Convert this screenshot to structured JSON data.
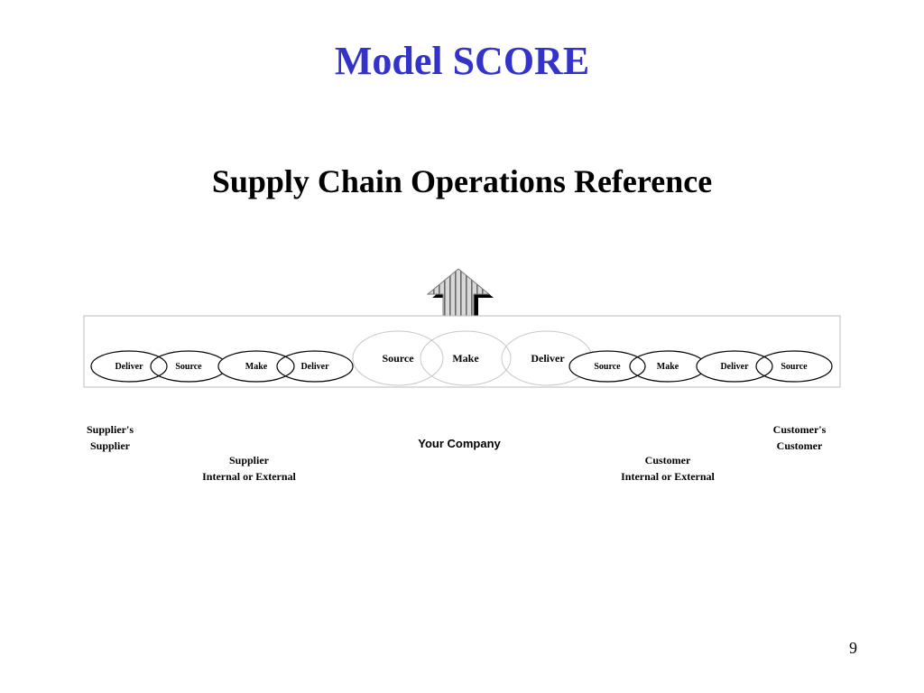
{
  "title": "Model SCORE",
  "subtitle": "Supply Chain Operations Reference",
  "chain": {
    "left_group": [
      "Deliver",
      "Source",
      "Make",
      "Deliver"
    ],
    "center_group": [
      "Source",
      "Make",
      "Deliver"
    ],
    "right_group": [
      "Source",
      "Make",
      "Deliver",
      "Source"
    ]
  },
  "labels": {
    "suppliers_supplier": [
      "Supplier's",
      "Supplier"
    ],
    "supplier": [
      "Supplier",
      "Internal or External"
    ],
    "your_company": "Your Company",
    "customer": [
      "Customer",
      "Internal or External"
    ],
    "customers_customer": [
      "Customer's",
      "Customer"
    ]
  },
  "page_number": "9"
}
